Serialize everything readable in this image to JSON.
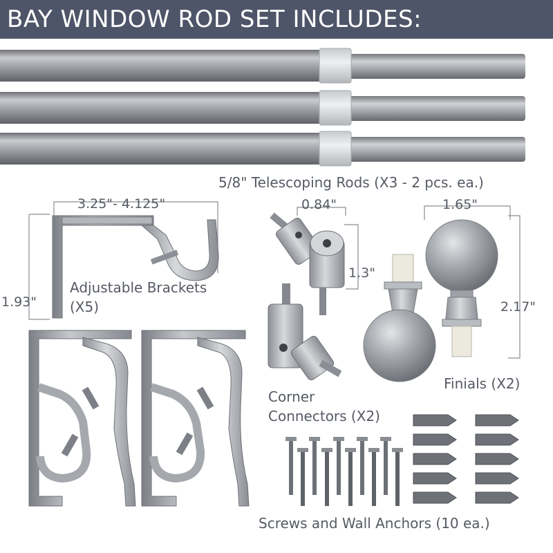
{
  "header": {
    "title": "BAY WINDOW ROD SET INCLUDES:"
  },
  "colors": {
    "banner": "#4e5568",
    "banner_text": "#ffffff",
    "label_text": "#555a63",
    "metal": "#9a9da3"
  },
  "rods": {
    "label": "5/8\" Telescoping Rods (X3 - 2 pcs. ea.)",
    "count": 3
  },
  "brackets": {
    "label_line1": "Adjustable Brackets",
    "label_line2": "(X5)",
    "dim_width": "3.25\"- 4.125\"",
    "dim_height": "1.93\""
  },
  "connectors": {
    "label_line1": "Corner",
    "label_line2": "Connectors (X2)",
    "dim_width": "0.84\"",
    "dim_height": "1.3\""
  },
  "finials": {
    "label": "Finials (X2)",
    "dim_width": "1.65\"",
    "dim_height": "2.17\""
  },
  "hardware": {
    "label": "Screws and Wall Anchors (10 ea.)"
  }
}
